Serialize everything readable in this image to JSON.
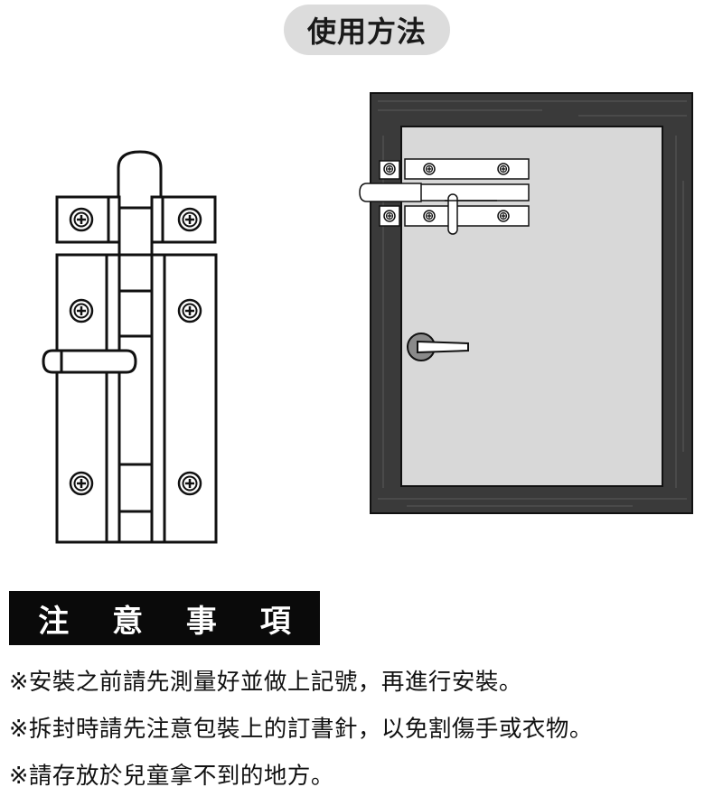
{
  "header": {
    "title": "使用方法"
  },
  "notes": {
    "heading": "注 意 事 項",
    "items": [
      "※安裝之前請先測量好並做上記號，再進行安裝。",
      "※拆封時請先注意包裝上的訂書針，以免割傷手或衣物。",
      "※請存放於兒童拿不到的地方。"
    ]
  },
  "colors": {
    "pill": "#dcdcdc",
    "frame": "#3a3a3a",
    "door": "#d8d8d8",
    "line": "#111111"
  },
  "icons": [
    "screw-icon",
    "bolt-latch-illustration",
    "door-illustration",
    "door-handle-icon"
  ]
}
